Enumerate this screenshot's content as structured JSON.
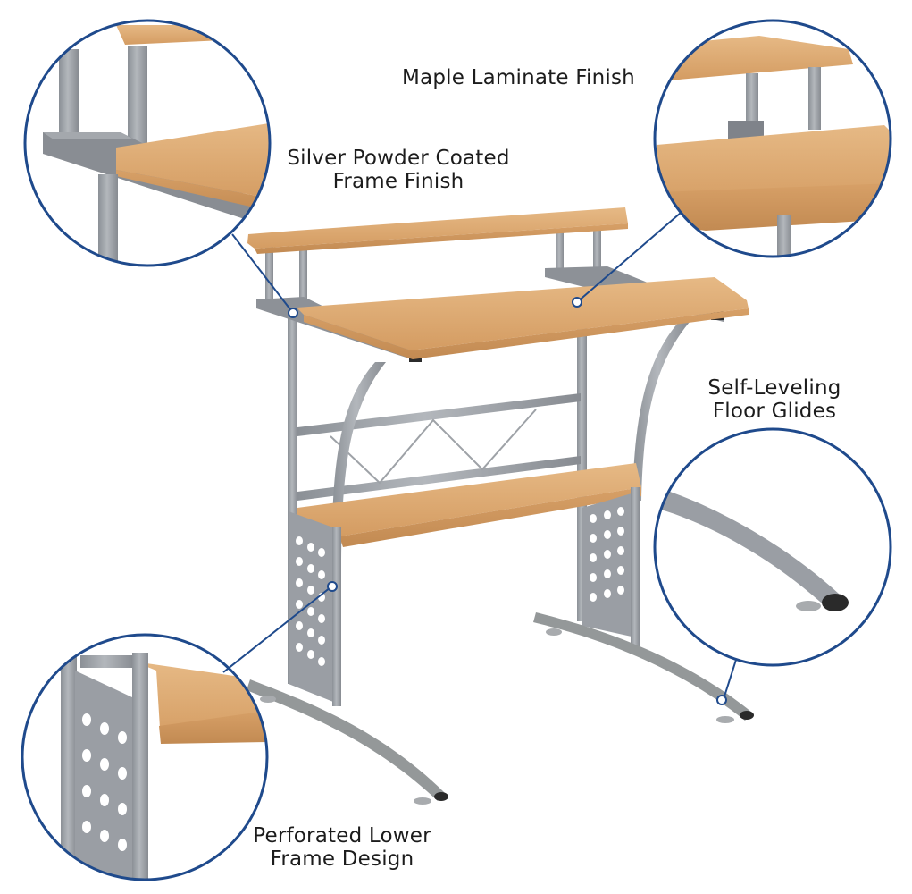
{
  "image": {
    "subject": "computer desk with raised monitor shelf and lower keyboard/CPU shelf",
    "colors": {
      "background": "#ffffff",
      "callout_ring": "#1f4a8c",
      "laminate": "#d9a46b",
      "laminate_light": "#e6b985",
      "laminate_edge": "#c68f55",
      "frame": "#9a9ea4",
      "frame_dark": "#7b8087",
      "frame_light": "#b9bcc1",
      "glide_black": "#2a2a2a",
      "text": "#1c1c1c"
    }
  },
  "callouts": [
    {
      "id": "frame-finish",
      "lines": [
        "Silver Powder Coated",
        "Frame Finish"
      ]
    },
    {
      "id": "maple-finish",
      "lines": [
        "Maple Laminate Finish"
      ]
    },
    {
      "id": "floor-glides",
      "lines": [
        "Self-Leveling",
        "Floor Glides"
      ]
    },
    {
      "id": "perforated-frame",
      "lines": [
        "Perforated Lower",
        "Frame Design"
      ]
    }
  ]
}
